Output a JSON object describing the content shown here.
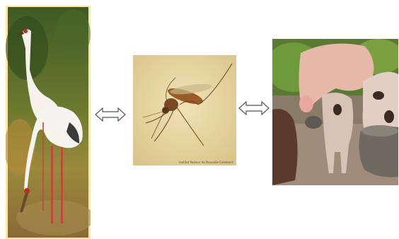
{
  "images": [
    {
      "id": "crane",
      "subject": "cranes"
    },
    {
      "id": "mosquito",
      "subject": "mosquito",
      "credit_text": "Institut Pasteur de Nouvelle-Caledonie"
    },
    {
      "id": "pigs",
      "subject": "pigs"
    }
  ],
  "arrows": [
    {
      "type": "double-headed"
    },
    {
      "type": "double-headed"
    }
  ]
}
